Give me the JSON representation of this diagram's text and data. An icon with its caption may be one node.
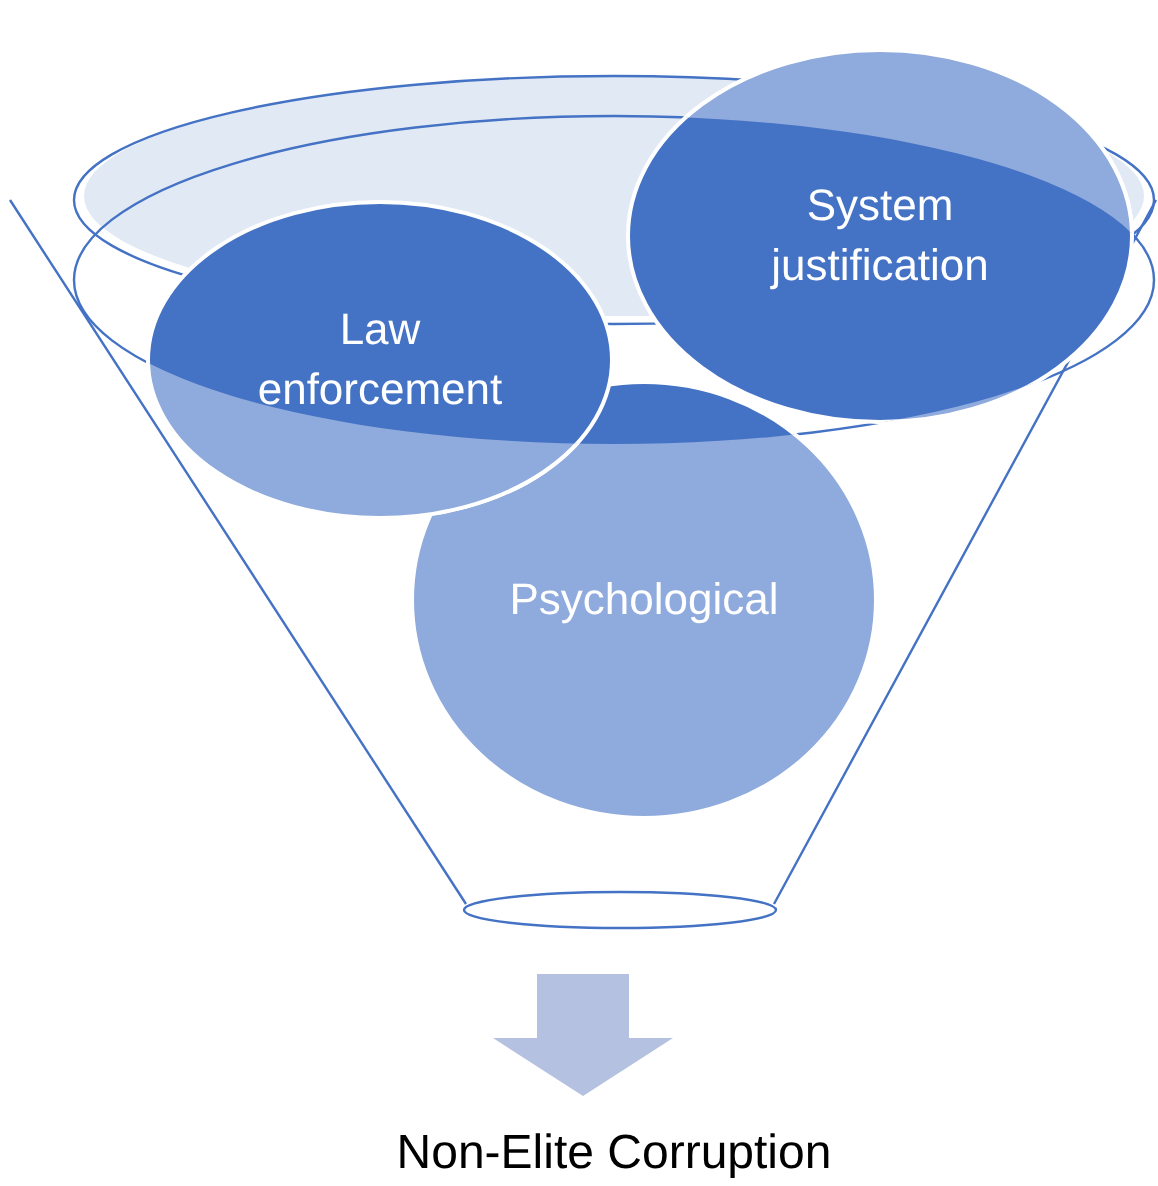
{
  "diagram": {
    "nodes": [
      {
        "text": [],
        "shape": "funnel"
      },
      {
        "text": [
          "Law enforcement"
        ],
        "in": 0
      },
      {
        "text": [
          "System justification"
        ],
        "in": 0
      },
      {
        "text": [
          "Psychological"
        ],
        "in": 0
      },
      {
        "text": [
          "Non-Elite Corruption"
        ]
      }
    ],
    "edges": [
      {
        "from": 0,
        "to": 4,
        "arrow": "to",
        "style": "thick"
      }
    ]
  }
}
